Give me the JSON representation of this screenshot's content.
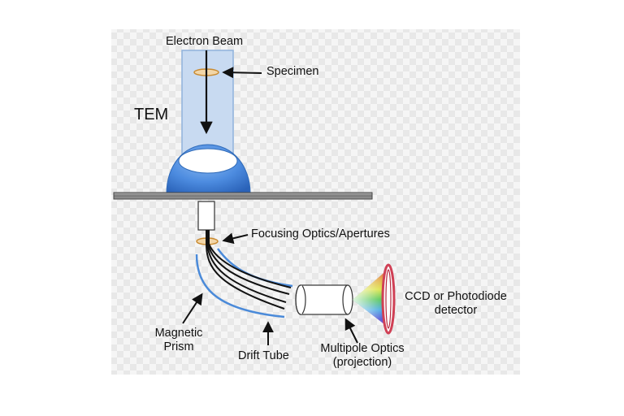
{
  "labels": {
    "electron_beam": "Electron Beam",
    "specimen": "Specimen",
    "tem": "TEM",
    "focusing_optics": "Focusing Optics/Apertures",
    "ccd_line1": "CCD or Photodiode",
    "ccd_line2": "detector",
    "magnetic_line1": "Magnetic",
    "magnetic_line2": "Prism",
    "drift_tube": "Drift Tube",
    "multipole_line1": "Multipole Optics",
    "multipole_line2": "(projection)"
  },
  "colors": {
    "column_fill": "#c6d9f0",
    "column_stroke": "#8eb0d9",
    "lens_blue": "#3f7fd6",
    "plate_gray": "#8c8c8c",
    "specimen_ring": "#d39a45",
    "prism_blue": "#4a8ad9",
    "detector_red": "#d04055",
    "checker_light": "#f4f4f4",
    "checker_dark": "#e9e9e9"
  }
}
